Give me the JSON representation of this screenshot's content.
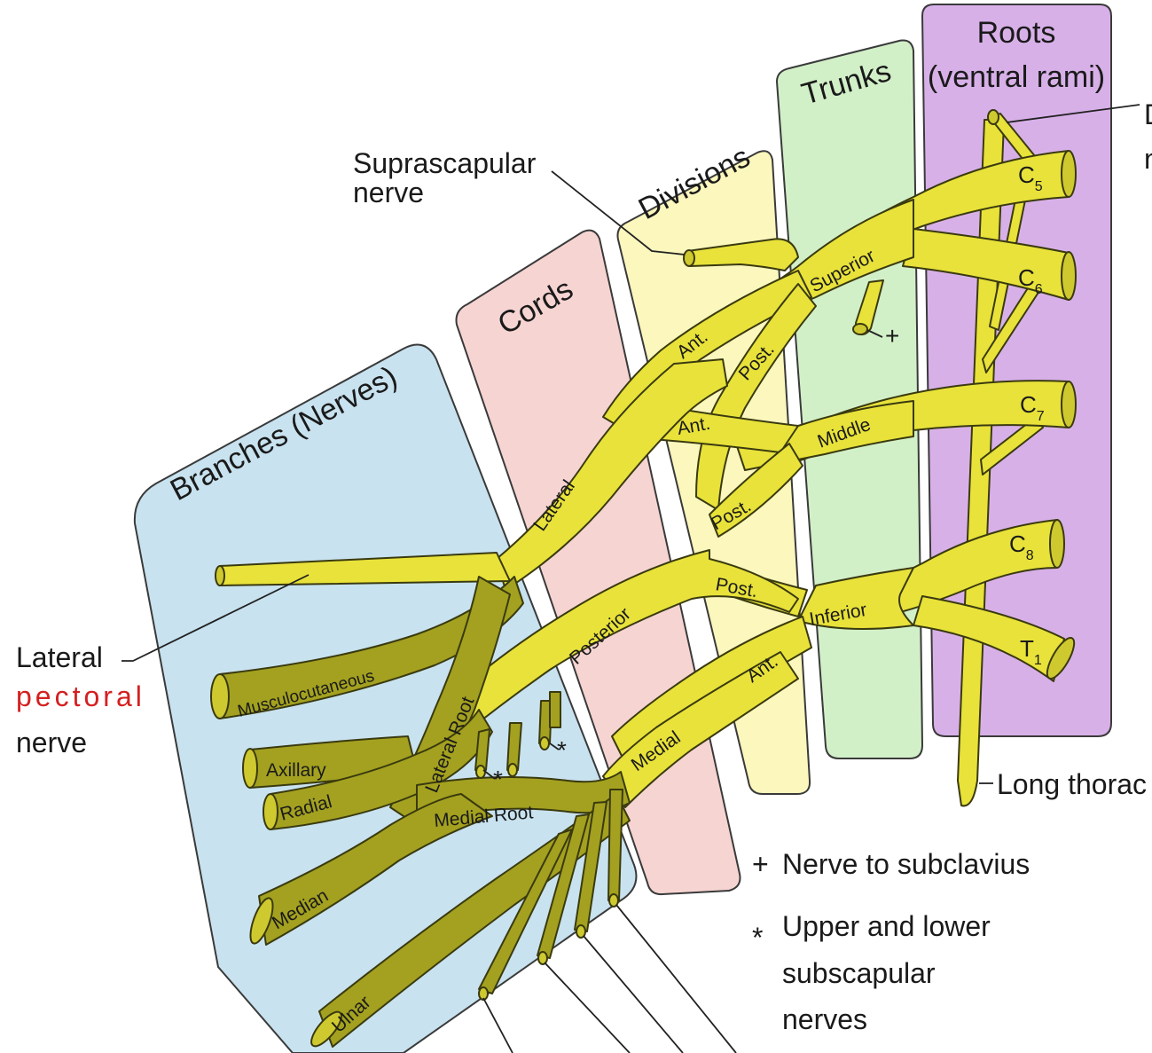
{
  "panels": {
    "roots": {
      "title_line1": "Roots",
      "title_line2": "(ventral rami)",
      "color": "#d8b0e8"
    },
    "trunks": {
      "title": "Trunks",
      "color": "#d2f0c8"
    },
    "divisions": {
      "title": "Divisions",
      "color": "#fbf7bd"
    },
    "cords": {
      "title": "Cords",
      "color": "#f6d4d2"
    },
    "branches": {
      "title": "Branches (Nerves)",
      "color": "#c8e2ef"
    }
  },
  "roots": [
    "C",
    "C",
    "C",
    "C",
    "T"
  ],
  "root_subscripts": [
    "5",
    "6",
    "7",
    "8",
    "1"
  ],
  "trunks": [
    "Superior",
    "Middle",
    "Inferior"
  ],
  "divisions": [
    "Ant.",
    "Post.",
    "Ant.",
    "Post.",
    "Post.",
    "Ant."
  ],
  "cords": [
    "Lateral",
    "Posterior",
    "Medial"
  ],
  "branches": [
    "Musculocutaneous",
    "Axillary",
    "Radial",
    "Median",
    "Ulnar"
  ],
  "roots_of_median": {
    "lateral": "Lateral Root",
    "medial": "Medial Root"
  },
  "external_labels": {
    "suprascapular_1": "Suprascapular",
    "suprascapular_2": "nerve",
    "lateral_pectoral_1": "Lateral",
    "lateral_pectoral_2": "pectoral",
    "lateral_pectoral_3": "nerve",
    "dorsal_scapular_1": "D",
    "dorsal_scapular_2": "n",
    "long_thoracic": "Long thorac"
  },
  "legend": {
    "plus_symbol": "+",
    "plus_text": "Nerve to subclavius",
    "star_symbol": "*",
    "star_line1": "Upper and lower",
    "star_line2": "subscapular",
    "star_line3": "nerves"
  },
  "markers": {
    "plus": "+",
    "star": "*"
  },
  "colors": {
    "nerve": "#e8e23a",
    "nerve_shadow": "#a3a11f",
    "highlight_text": "#d42020"
  }
}
